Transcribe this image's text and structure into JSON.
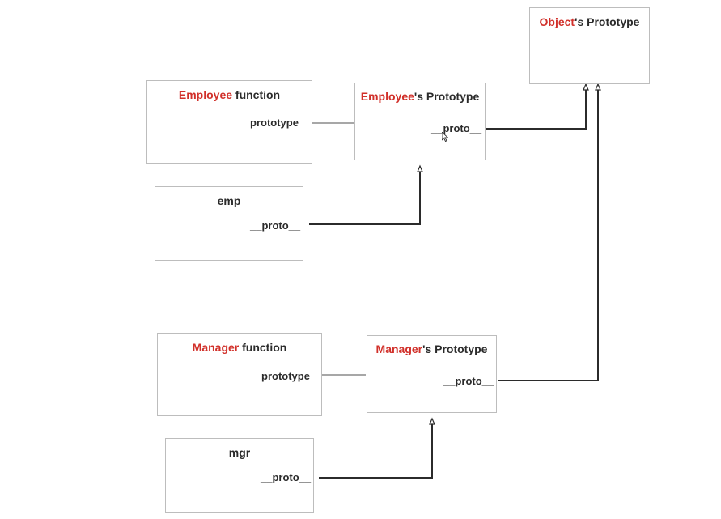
{
  "diagram": {
    "object_prototype": {
      "name": "Object",
      "suffix": "'s Prototype"
    },
    "employee_function": {
      "name": "Employee",
      "suffix": " function",
      "property": "prototype"
    },
    "employee_prototype": {
      "name": "Employee",
      "suffix": "'s Prototype",
      "property": "__proto__"
    },
    "emp": {
      "name": "emp",
      "property": "__proto__"
    },
    "manager_function": {
      "name": "Manager",
      "suffix": " function",
      "property": "prototype"
    },
    "manager_prototype": {
      "name": "Manager",
      "suffix": "'s Prototype",
      "property": "__proto__"
    },
    "mgr": {
      "name": "mgr",
      "property": "__proto__"
    }
  },
  "colors": {
    "accent": "#d1302a",
    "text": "#2b2b2b",
    "border": "#bdbdbd",
    "line": "#2b2b2b",
    "light_line": "#8a8a8a"
  }
}
